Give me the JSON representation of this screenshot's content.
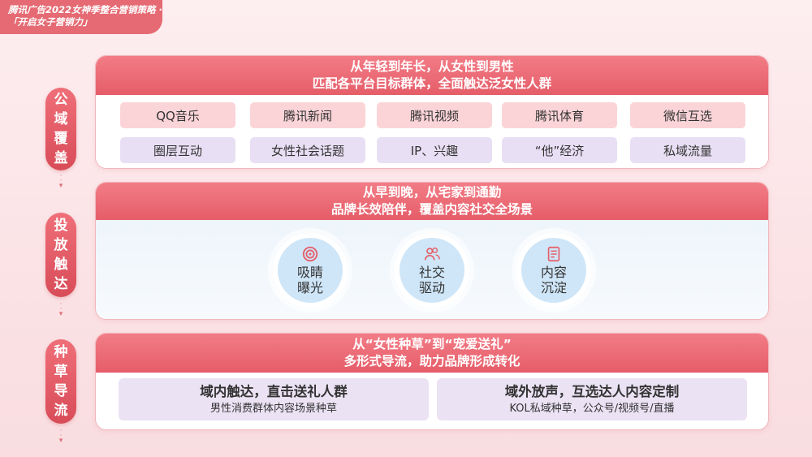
{
  "header": {
    "tag_line1": "腾讯广告2022女神季整合营销策略 ·",
    "tag_line2": "「开启女子营销力」"
  },
  "sections": {
    "s1": {
      "side": [
        "公",
        "域",
        "覆",
        "盖"
      ],
      "head1": "从年轻到年长，从女性到男性",
      "head2": "匹配各平台目标群体，全面触达泛女性人群",
      "row1": [
        "QQ音乐",
        "腾讯新闻",
        "腾讯视频",
        "腾讯体育",
        "微信互选"
      ],
      "row2": [
        "圈层互动",
        "女性社会话题",
        "IP、兴趣",
        "“他”经济",
        "私域流量"
      ]
    },
    "s2": {
      "side": [
        "投",
        "放",
        "触",
        "达"
      ],
      "head1": "从早到晚，从宅家到通勤",
      "head2": "品牌长效陪伴，覆盖内容社交全场景",
      "bubbles": [
        {
          "l1": "吸睛",
          "l2": "曝光",
          "icon": "target-icon"
        },
        {
          "l1": "社交",
          "l2": "驱动",
          "icon": "people-icon"
        },
        {
          "l1": "内容",
          "l2": "沉淀",
          "icon": "document-icon"
        }
      ]
    },
    "s3": {
      "side": [
        "种",
        "草",
        "导",
        "流"
      ],
      "head1": "从“女性种草”到“宠爱送礼”",
      "head2": "多形式导流，助力品牌形成转化",
      "box1": {
        "title": "域内触达，直击送礼人群",
        "sub": "男性消费群体内容场景种草"
      },
      "box2": {
        "title": "域外放声，互选达人内容定制",
        "sub": "KOL私域种草，公众号/视频号/直播"
      }
    }
  },
  "colors": {
    "accent": "#e55d69",
    "pill_pink": "#fbd4d8",
    "pill_lavender": "#e8dff4",
    "bubble_blue": "#cfe6f8"
  }
}
